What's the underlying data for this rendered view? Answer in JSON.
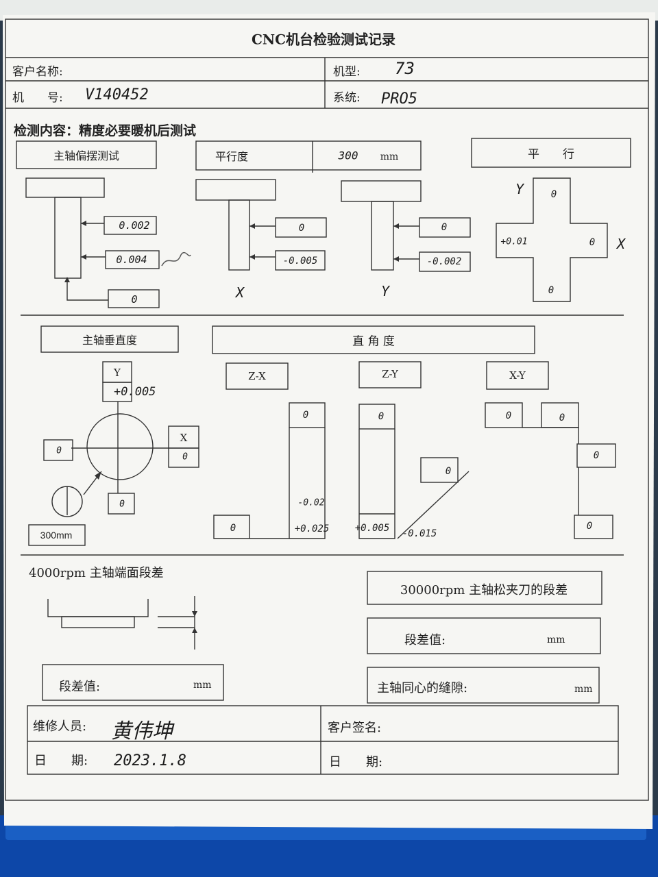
{
  "form": {
    "title": "CNC机台检验测试记录",
    "customer_name_label": "客户名称:",
    "model_label": "机型:",
    "model_value": "73",
    "machine_no_label": "机　　号:",
    "machine_no_value": "V140452",
    "system_label": "系统:",
    "system_value": "PRO5",
    "inspection_content": "检测内容：精度必要暖机后测试"
  },
  "spindle_runout": {
    "label": "主轴偏摆测试",
    "upper": "0.002",
    "lower": "0.004",
    "bottom": "0"
  },
  "parallelism": {
    "label": "平行度",
    "length_value": "300",
    "length_unit": "mm",
    "x_upper": "0",
    "x_lower": "-0.005",
    "x_axis": "X",
    "y_upper": "0",
    "y_lower": "-0.002",
    "y_axis": "Y"
  },
  "parallel_cross": {
    "label": "平　　行",
    "y_axis": "Y",
    "x_axis": "X",
    "top": "0",
    "left": "+0.01",
    "right": "0",
    "bottom": "0"
  },
  "spindle_perpendicularity": {
    "label": "主轴垂直度",
    "y_label": "Y",
    "y_value": "+0.005",
    "x_label": "X",
    "x_value": "0",
    "left_value": "0",
    "bottom_value": "0",
    "diameter_label": "300mm"
  },
  "squareness": {
    "label": "直 角 度",
    "zx": {
      "label": "Z-X",
      "top": "0",
      "mid": "-0.02",
      "bottom_left": "0",
      "bottom_right": "+0.025"
    },
    "zy": {
      "label": "Z-Y",
      "top": "0",
      "right": "0",
      "bottom": "+0.005",
      "diag": "-0.015"
    },
    "xy": {
      "label": "X-Y",
      "top_left": "0",
      "top_mid": "0",
      "right_upper": "0",
      "right_lower": "0"
    }
  },
  "end_face": {
    "label": "4000rpm 主轴端面段差",
    "diff_label": "段差值:",
    "diff_unit": "mm"
  },
  "clamp": {
    "label": "30000rpm 主轴松夹刀的段差",
    "diff_label": "段差值:",
    "diff_unit": "mm",
    "gap_label": "主轴同心的缝隙:",
    "gap_unit": "mm"
  },
  "signoff": {
    "repair_label": "维修人员:",
    "repair_name": "黄伟坤",
    "customer_sign_label": "客户签名:",
    "date_label": "日　　期:",
    "date_value": "2023.1.8",
    "customer_date_label": "日　　期:"
  }
}
